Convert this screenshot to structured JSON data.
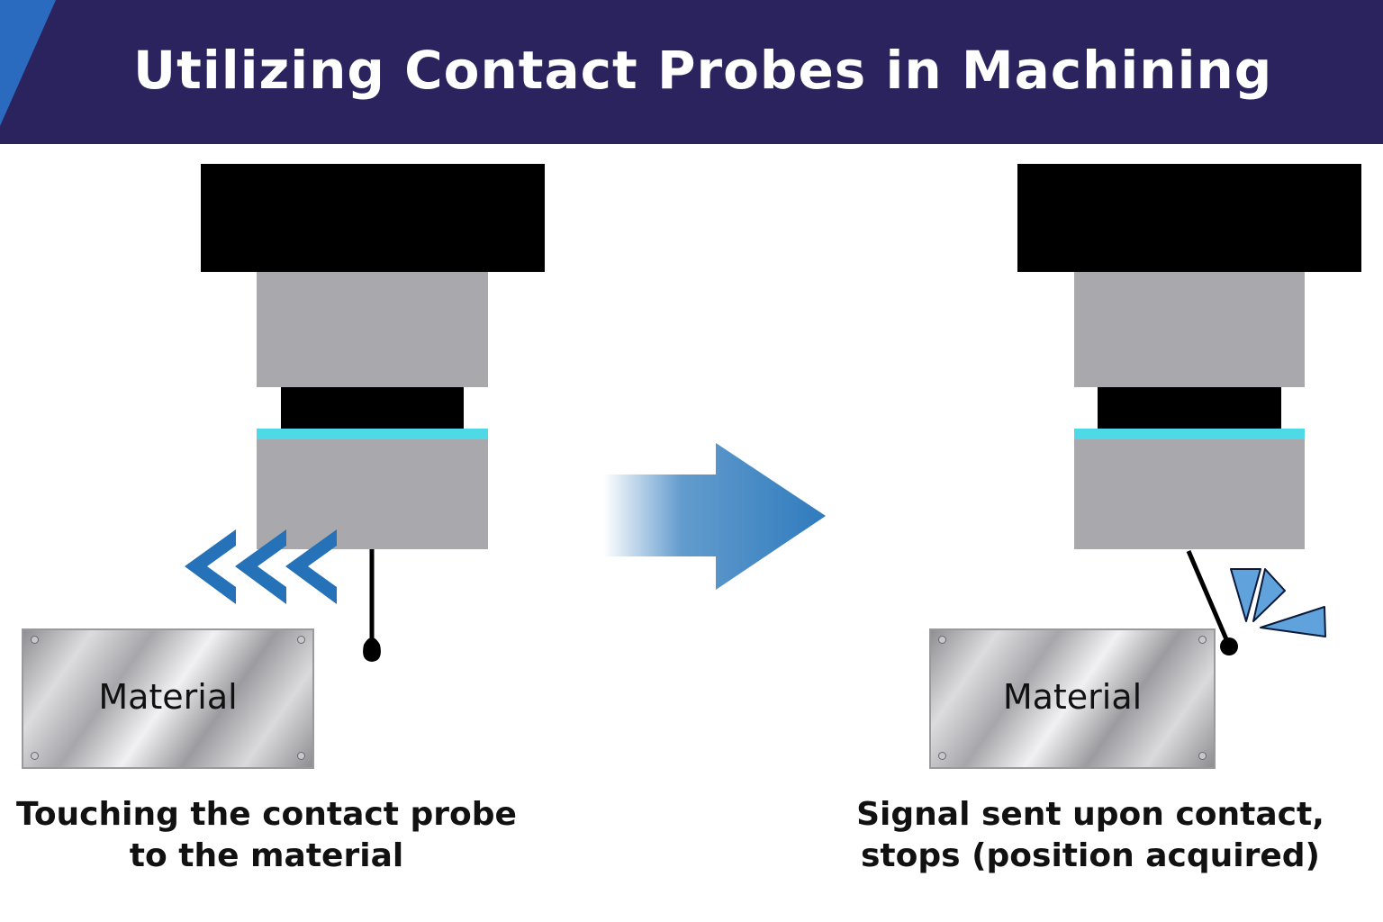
{
  "header": {
    "title": "Utilizing Contact Probes in Machining"
  },
  "steps": [
    {
      "material_label": "Material",
      "caption_lines": [
        "Touching the contact probe",
        "to the material"
      ]
    },
    {
      "material_label": "Material",
      "caption_lines": [
        "Signal sent upon contact,",
        "stops (position acquired)"
      ]
    }
  ],
  "icons": {
    "approach": "triple-chevron-left-icon",
    "transition": "right-arrow-icon",
    "contact": "signal-burst-icon"
  },
  "colors": {
    "header_bg": "#2a235e",
    "header_accent": "#2a6bc0",
    "spindle_black": "#000000",
    "probe_grey": "#a9a9ad",
    "probe_band": "#4fd8e6",
    "arrow_blue": "#2f7bbd",
    "signal_blue": "#5fa2dc"
  }
}
